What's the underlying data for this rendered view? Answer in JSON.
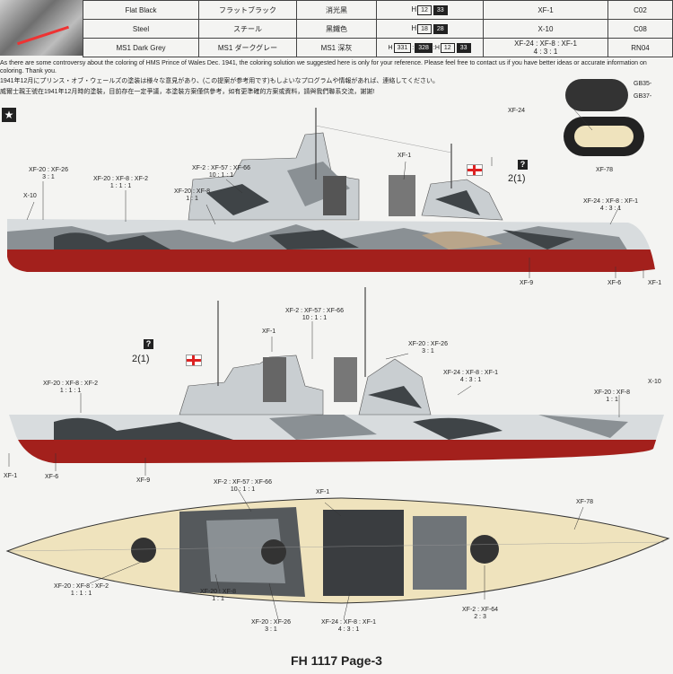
{
  "color_table": {
    "rows": [
      {
        "en": "Flat Black",
        "jp": "フラットブラック",
        "cn": "消光黑",
        "h": [
          "12",
          "33"
        ],
        "xf": "XF-1",
        "xf_ratio": "",
        "code": "C02"
      },
      {
        "en": "Steel",
        "jp": "スチール",
        "cn": "黑鐵色",
        "h": [
          "18",
          "28"
        ],
        "xf": "X-10",
        "xf_ratio": "",
        "code": "C08"
      },
      {
        "en": "MS1 Dark Grey",
        "jp": "MS1 ダークグレー",
        "cn": "MS1 深灰",
        "h": [
          "331",
          "328",
          "12",
          "33"
        ],
        "xf": "XF-24 : XF-8 : XF-1",
        "xf_ratio": "4 : 3 : 1",
        "code": "RN04"
      }
    ],
    "h_prefix": "H",
    "colon": ":"
  },
  "notes": {
    "en": "As there are some controversy about the coloring of  HMS Prince of Wales Dec. 1941, the coloring solution we suggested here is only for your reference. Please feel free to contact us if you have better ideas or accurate information on coloring. Thank you.",
    "jp": "1941年12月にプリンス・オブ・ウェールズの塗装は様々な意見があり、(この提案が参考用です)もしよいなプログラムや情報があれば、連絡してください。",
    "cn": "威爾士親王號在1941年12月時的塗裝，目前存在一定爭議，本塗裝方案僅供參考，如有更準確的方案或資料，請與我們聯系交流，謝謝!"
  },
  "side_labels": {
    "xf20_26": "XF-20 : XF-26",
    "r311": "3 : 1",
    "x10": "X-10",
    "xf20_8_2": "XF-20 : XF-8 : XF-2",
    "r1111": "1 : 1 : 1",
    "xf20_8": "XF-20 : XF-8",
    "r11": "1 : 1",
    "xf2_57_66": "XF-2 : XF-57 : XF-66",
    "r10_1_1": "10 : 1 : 1",
    "xf1": "XF-1",
    "xf24_8_1": "XF-24 : XF-8 : XF-1",
    "r431": "4 : 3 : 1",
    "xf9": "XF-9",
    "xf6": "XF-6",
    "xf78": "XF-78",
    "xf2_64": "XF-2 : XF-64",
    "r23": "2 : 3",
    "xf24": "XF-24",
    "gb35": "GB35-",
    "gb37": "GB37-",
    "q": "?",
    "code2": "2(1)"
  },
  "footer": "FH 1117  Page-3",
  "colors": {
    "hull_red": "#a3201c",
    "camo_dark": "#3f4447",
    "camo_mid": "#8a9094",
    "camo_light": "#d8dcde",
    "camo_tan": "#b9a58a",
    "deck": "#efe3bd"
  }
}
